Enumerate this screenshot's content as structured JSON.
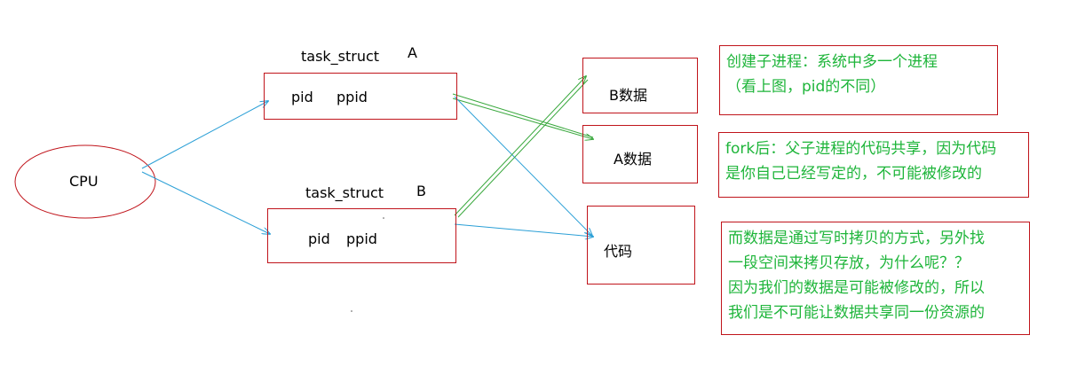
{
  "cpu": {
    "label": "CPU"
  },
  "task_a": {
    "title": "task_struct",
    "tag": "A",
    "pid": "pid",
    "ppid": "ppid"
  },
  "task_b": {
    "title": "task_struct",
    "tag": "B",
    "pid": "pid",
    "ppid": "ppid"
  },
  "memory": {
    "b_data": "B数据",
    "a_data": "A数据",
    "code": "代码"
  },
  "notes": {
    "note1": [
      "创建子进程：系统中多一个进程",
      "（看上图，pid的不同）"
    ],
    "note2": [
      "fork后：父子进程的代码共享，因为代码",
      "是你自己已经写定的，不可能被修改的"
    ],
    "note3": [
      "而数据是通过写时拷贝的方式，另外找",
      "一段空间来拷贝存放，为什么呢？？",
      "因为我们的数据是可能被修改的，所以",
      "我们是不可能让数据共享同一份资源的"
    ]
  },
  "colors": {
    "border_red": "#c0141b",
    "arrow_blue": "#2a9fd6",
    "arrow_green": "#39a83d",
    "note_text": "#1eb53a"
  }
}
